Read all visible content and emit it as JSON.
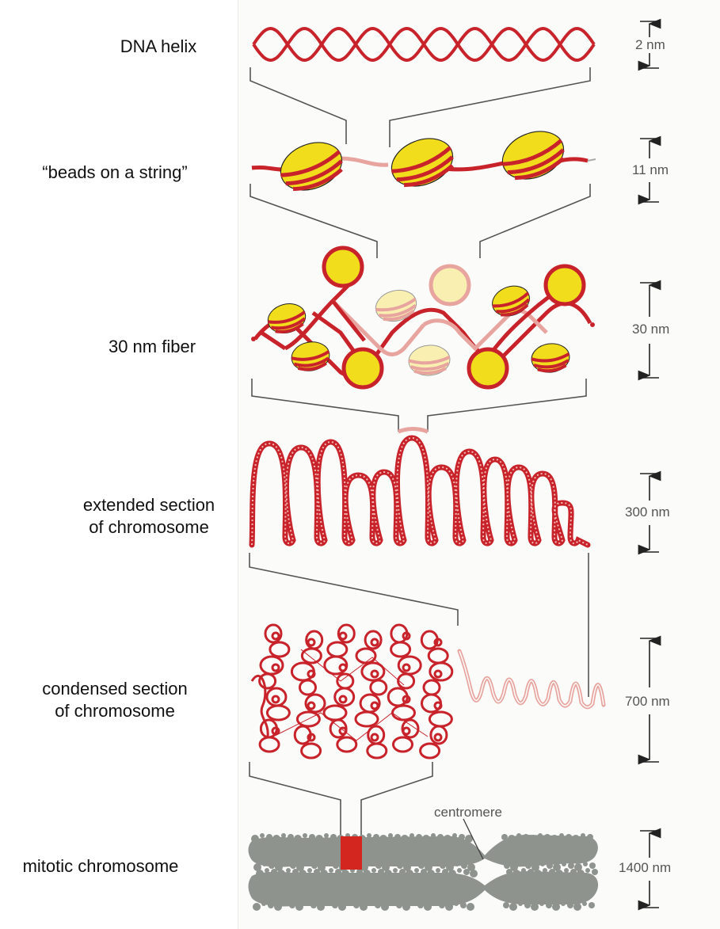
{
  "colors": {
    "dna_red": "#c8232b",
    "light_red": "#e8a5a0",
    "histone_yellow": "#f2dd1d",
    "pale_yellow": "#f8efb0",
    "chromosome_gray": "#8e938d",
    "centromere_mark": "#d3261f",
    "label_text": "#111111",
    "scale_text": "#555555"
  },
  "levels": [
    {
      "id": "dna-helix",
      "label_lines": [
        "DNA helix"
      ],
      "size": "2 nm"
    },
    {
      "id": "beads",
      "label_lines": [
        "“beads on a string”"
      ],
      "size": "11 nm"
    },
    {
      "id": "fiber-30",
      "label_lines": [
        "30 nm fiber"
      ],
      "size": "30 nm"
    },
    {
      "id": "extended",
      "label_lines": [
        "extended section",
        "of chromosome"
      ],
      "size": "300 nm"
    },
    {
      "id": "condensed",
      "label_lines": [
        "condensed section",
        "of chromosome"
      ],
      "size": "700 nm"
    },
    {
      "id": "mitotic",
      "label_lines": [
        "mitotic chromosome"
      ],
      "size": "1400 nm"
    }
  ],
  "annotations": {
    "centromere": "centromere"
  },
  "icons": {
    "scale_arrows": "double-arrow-icon"
  }
}
